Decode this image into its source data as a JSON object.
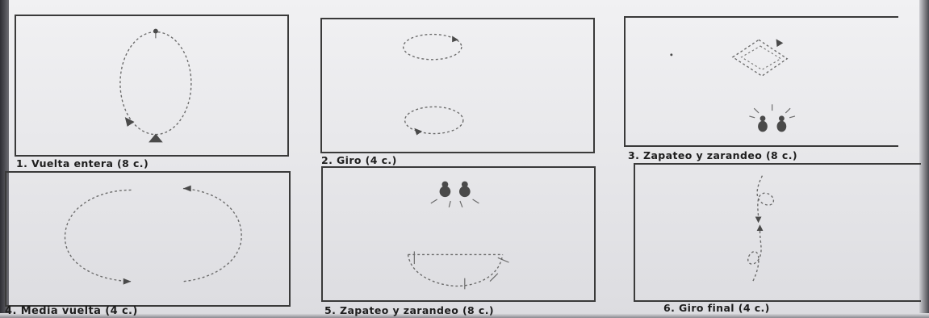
{
  "figures": [
    {
      "id": 1,
      "caption": "1. Vuelta entera (8 c.)"
    },
    {
      "id": 2,
      "caption": "2. Giro (4 c.)"
    },
    {
      "id": 3,
      "caption": "3. Zapateo y zarandeo (8 c.)"
    },
    {
      "id": 4,
      "caption": "4. Media vuelta (4 c.)"
    },
    {
      "id": 5,
      "caption": "5. Zapateo y zarandeo (8 c.)"
    },
    {
      "id": 6,
      "caption": "6. Giro final (4 c.)"
    }
  ],
  "colors": {
    "ink": "#3a3a3a",
    "paper": "#ececef",
    "dashes": "#6a6a6a"
  }
}
